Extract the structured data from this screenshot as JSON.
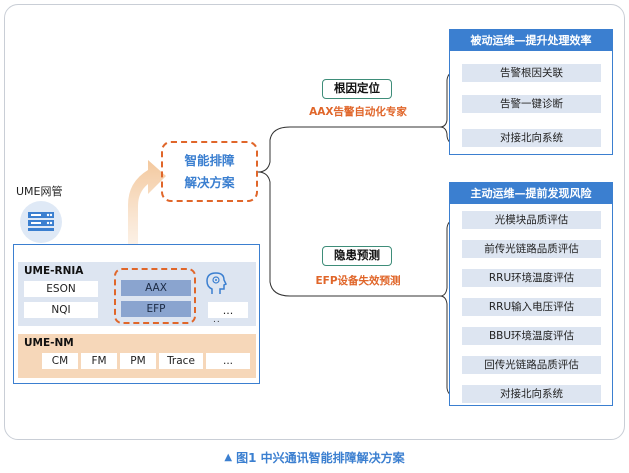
{
  "server": {
    "label": "UME网管"
  },
  "ume_rnia": {
    "title": "UME-RNIA",
    "items_left": [
      "ESON",
      "NQI"
    ],
    "items_highlight": [
      "AAX",
      "EFP"
    ],
    "more": "...",
    "more_dots": ".."
  },
  "ume_nm": {
    "title": "UME-NM",
    "items": [
      "CM",
      "FM",
      "PM",
      "Trace",
      "..."
    ]
  },
  "center": {
    "line1": "智能排障",
    "line2": "解决方案"
  },
  "branches": [
    {
      "label": "根因定位",
      "sub": "AAX告警自动化专家"
    },
    {
      "label": "隐患预测",
      "sub": "EFP设备失效预测"
    }
  ],
  "panels": [
    {
      "title": "被动运维—提升处理效率",
      "items": [
        "告警根因关联",
        "告警一键诊断",
        "对接北向系统"
      ]
    },
    {
      "title": "主动运维—提前发现风险",
      "items": [
        "光模块品质评估",
        "前传光链路品质评估",
        "RRU环境温度评估",
        "RRU输入电压评估",
        "BBU环境温度评估",
        "回传光链路品质评估",
        "对接北向系统"
      ]
    }
  ],
  "caption": {
    "marker": "▲",
    "text": "图1  中兴通讯智能排障解决方案"
  },
  "colors": {
    "blue": "#3b7fd0",
    "orange": "#e0662a",
    "green": "#3e8d79",
    "light_blue": "#dde5f1",
    "peach": "#f6d7b9"
  }
}
